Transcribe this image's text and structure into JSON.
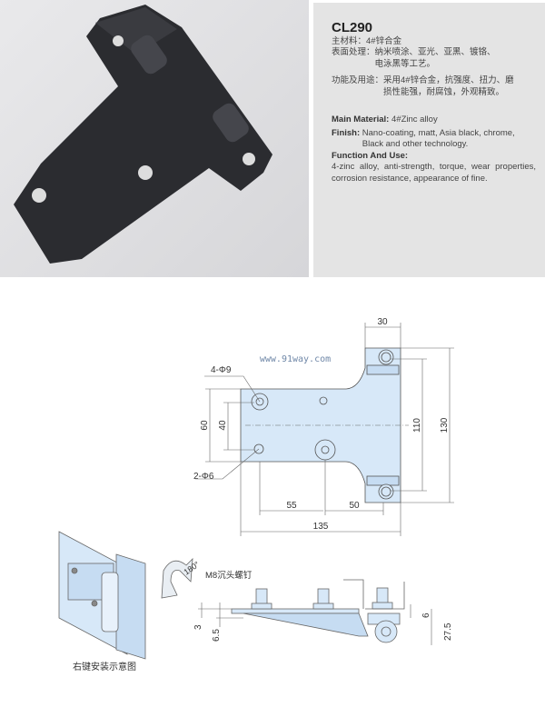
{
  "product": {
    "model": "CL290"
  },
  "spec_cn": {
    "material_label": "主材料：",
    "material": "4#锌合金",
    "finish_label": "表面处理：",
    "finish_1": "纳米喷涂、亚光、亚黑、镀铬、",
    "finish_2": "电泳黑等工艺。",
    "function_label": "功能及用途：",
    "function_1": "采用4#锌合金，抗强度、扭力、磨",
    "function_2": "损性能强，耐腐蚀，外观精致。"
  },
  "spec_en": {
    "material_label": "Main Material:",
    "material": "4#Zinc alloy",
    "finish_label": "Finish:",
    "finish_1": "Nano-coating, matt, Asia black, chrome,",
    "finish_2": "Black and other technology.",
    "function_label": "Function And Use:",
    "function": "4-zinc alloy, anti-strength, torque, wear properties, corrosion resistance, appearance of fine."
  },
  "drawing": {
    "watermark": "www.91way.com",
    "hole_large": "4-Φ9",
    "hole_small": "2-Φ6",
    "dims": {
      "d30": "30",
      "d130": "130",
      "d110": "110",
      "d60": "60",
      "d40": "40",
      "d55": "55",
      "d50": "50",
      "d135": "135"
    }
  },
  "side_view": {
    "rotation": "180°",
    "screw": "M8沉头螺钉",
    "d3": "3",
    "d65": "6.5",
    "d6": "6",
    "d275": "27.5"
  },
  "install": {
    "caption": "右键安装示意图"
  }
}
